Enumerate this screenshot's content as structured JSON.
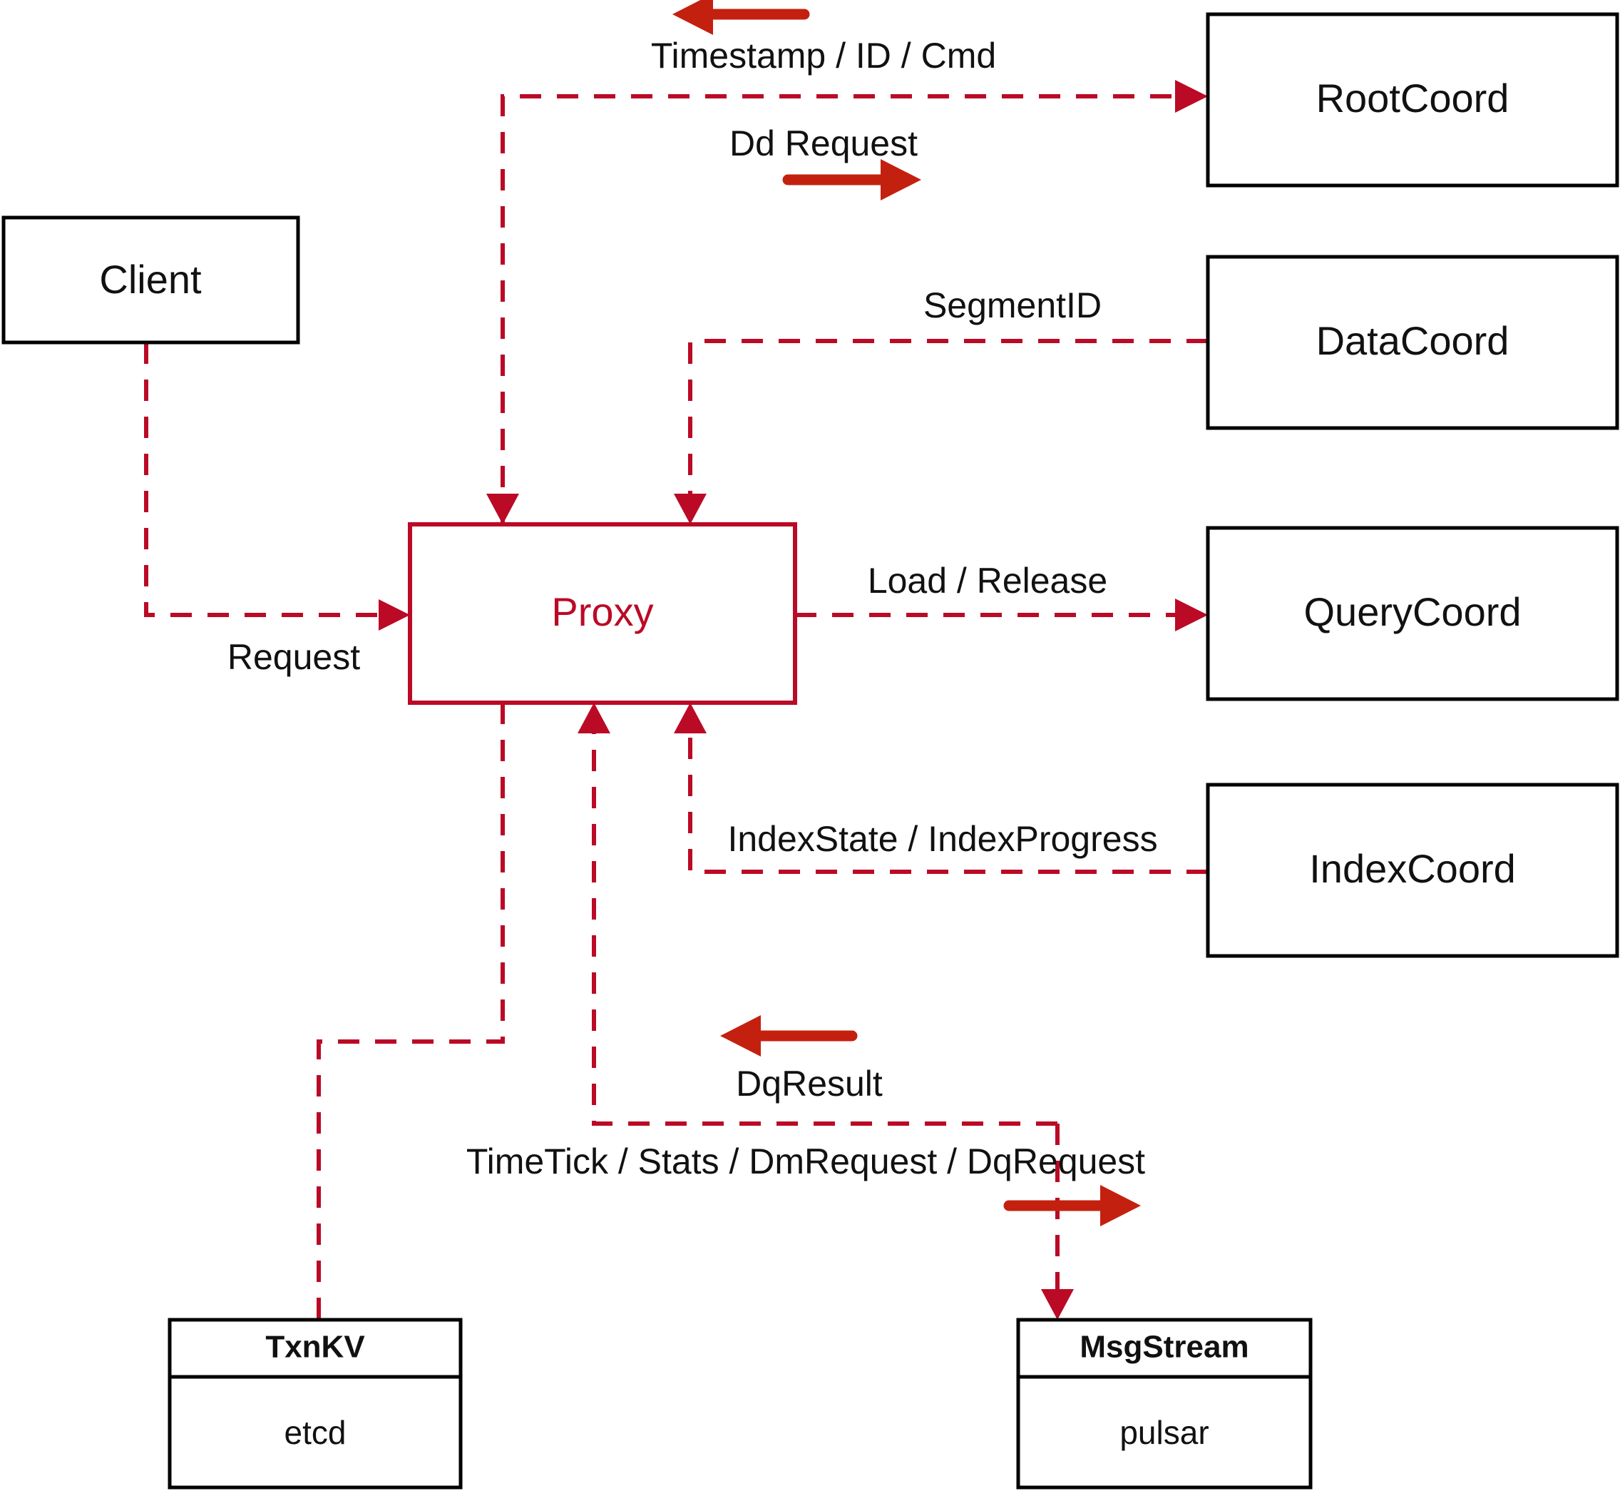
{
  "diagram": {
    "title": "Proxy component interaction diagram",
    "colors": {
      "accent": "#bb0a26",
      "arrow": "#c4200f",
      "node_stroke": "#000000",
      "background": "#ffffff"
    },
    "nodes": {
      "client": {
        "label": "Client"
      },
      "proxy": {
        "label": "Proxy"
      },
      "root_coord": {
        "label": "RootCoord"
      },
      "data_coord": {
        "label": "DataCoord"
      },
      "query_coord": {
        "label": "QueryCoord"
      },
      "index_coord": {
        "label": "IndexCoord"
      },
      "txnkv": {
        "title": "TxnKV",
        "impl": "etcd"
      },
      "msgstream": {
        "title": "MsgStream",
        "impl": "pulsar"
      }
    },
    "edges": [
      {
        "id": "timestamp-id-cmd",
        "label": "Timestamp / ID / Cmd",
        "direction": "leftward",
        "from": "RootCoord",
        "to": "Proxy"
      },
      {
        "id": "dd-request",
        "label": "Dd Request",
        "direction": "rightward",
        "from": "Proxy",
        "to": "RootCoord"
      },
      {
        "id": "segment-id",
        "label": "SegmentID",
        "direction": "leftward",
        "from": "DataCoord",
        "to": "Proxy"
      },
      {
        "id": "request",
        "label": "Request",
        "direction": "rightward",
        "from": "Client",
        "to": "Proxy"
      },
      {
        "id": "load-release",
        "label": "Load / Release",
        "direction": "rightward",
        "from": "Proxy",
        "to": "QueryCoord"
      },
      {
        "id": "index-state-progress",
        "label": "IndexState / IndexProgress",
        "direction": "leftward",
        "from": "IndexCoord",
        "to": "Proxy"
      },
      {
        "id": "dq-result",
        "label": "DqResult",
        "direction": "leftward",
        "from": "MsgStream",
        "to": "Proxy"
      },
      {
        "id": "timetick-stats-dm-dq",
        "label": "TimeTick / Stats / DmRequest / DqRequest",
        "direction": "rightward",
        "from": "Proxy",
        "to": "MsgStream"
      },
      {
        "id": "txnkv-link",
        "label": "",
        "direction": "none",
        "from": "Proxy",
        "to": "TxnKV"
      }
    ]
  }
}
